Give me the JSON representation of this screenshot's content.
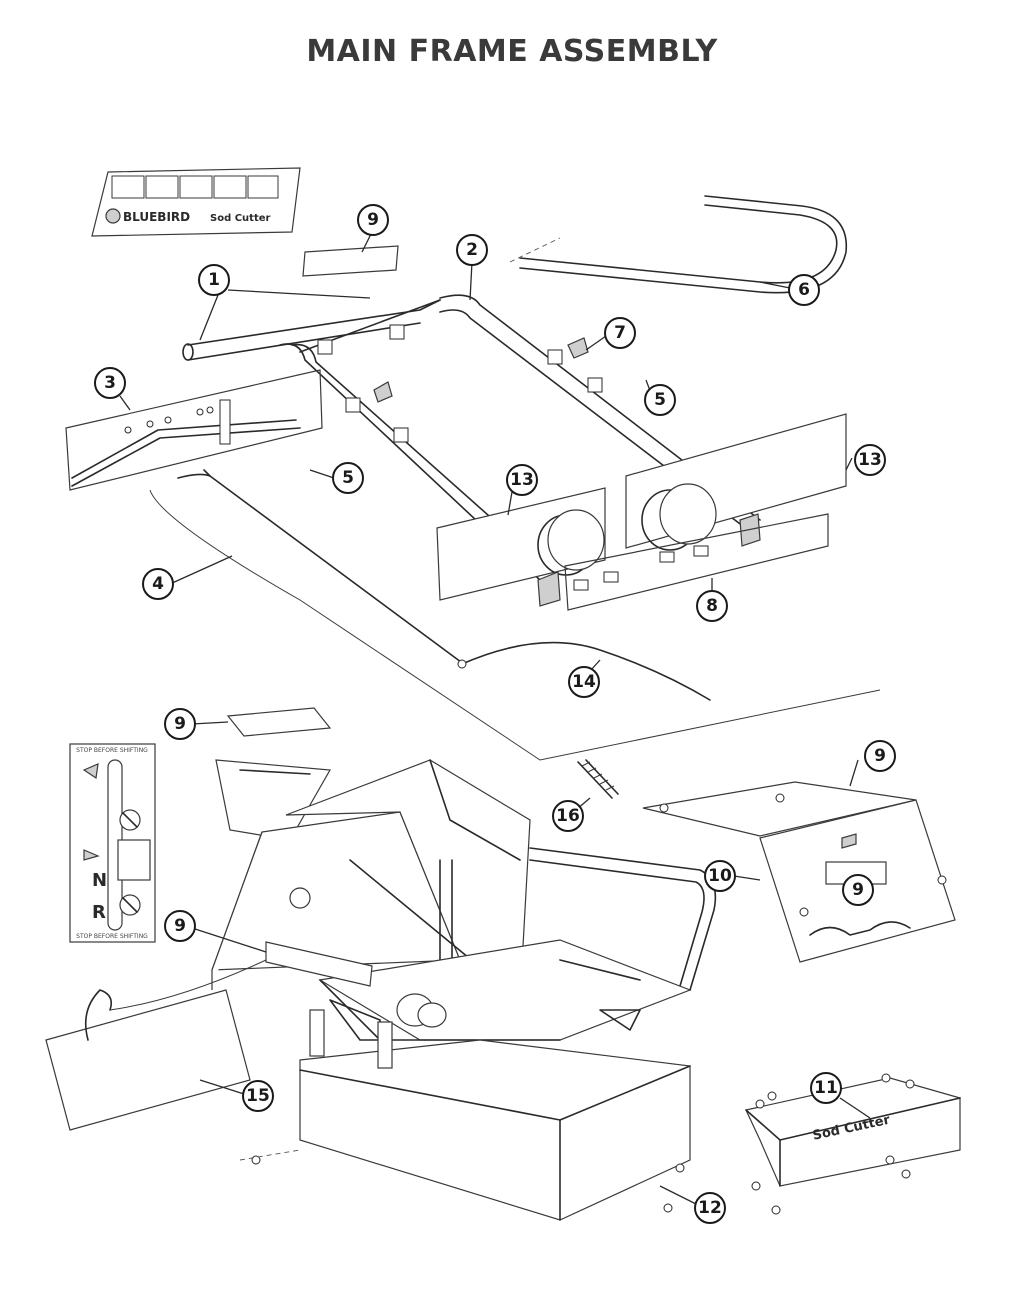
{
  "title": "MAIN FRAME ASSEMBLY",
  "decals": {
    "brand": "BLUEBIRD",
    "product": "Sod Cutter",
    "shift_warning_top": "STOP BEFORE SHIFTING",
    "shift_warning_bottom": "STOP BEFORE SHIFTING",
    "gear_n": "N",
    "gear_r": "R"
  },
  "callouts": [
    {
      "id": "c1",
      "label": "1"
    },
    {
      "id": "c2",
      "label": "2"
    },
    {
      "id": "c3",
      "label": "3"
    },
    {
      "id": "c4",
      "label": "4"
    },
    {
      "id": "c5a",
      "label": "5"
    },
    {
      "id": "c5b",
      "label": "5"
    },
    {
      "id": "c6",
      "label": "6"
    },
    {
      "id": "c7",
      "label": "7"
    },
    {
      "id": "c8",
      "label": "8"
    },
    {
      "id": "c9a",
      "label": "9"
    },
    {
      "id": "c9b",
      "label": "9"
    },
    {
      "id": "c9c",
      "label": "9"
    },
    {
      "id": "c9d",
      "label": "9"
    },
    {
      "id": "c9e",
      "label": "9"
    },
    {
      "id": "c10",
      "label": "10"
    },
    {
      "id": "c11",
      "label": "11"
    },
    {
      "id": "c12",
      "label": "12"
    },
    {
      "id": "c13a",
      "label": "13"
    },
    {
      "id": "c13b",
      "label": "13"
    },
    {
      "id": "c14",
      "label": "14"
    },
    {
      "id": "c15",
      "label": "15"
    },
    {
      "id": "c16",
      "label": "16"
    }
  ]
}
